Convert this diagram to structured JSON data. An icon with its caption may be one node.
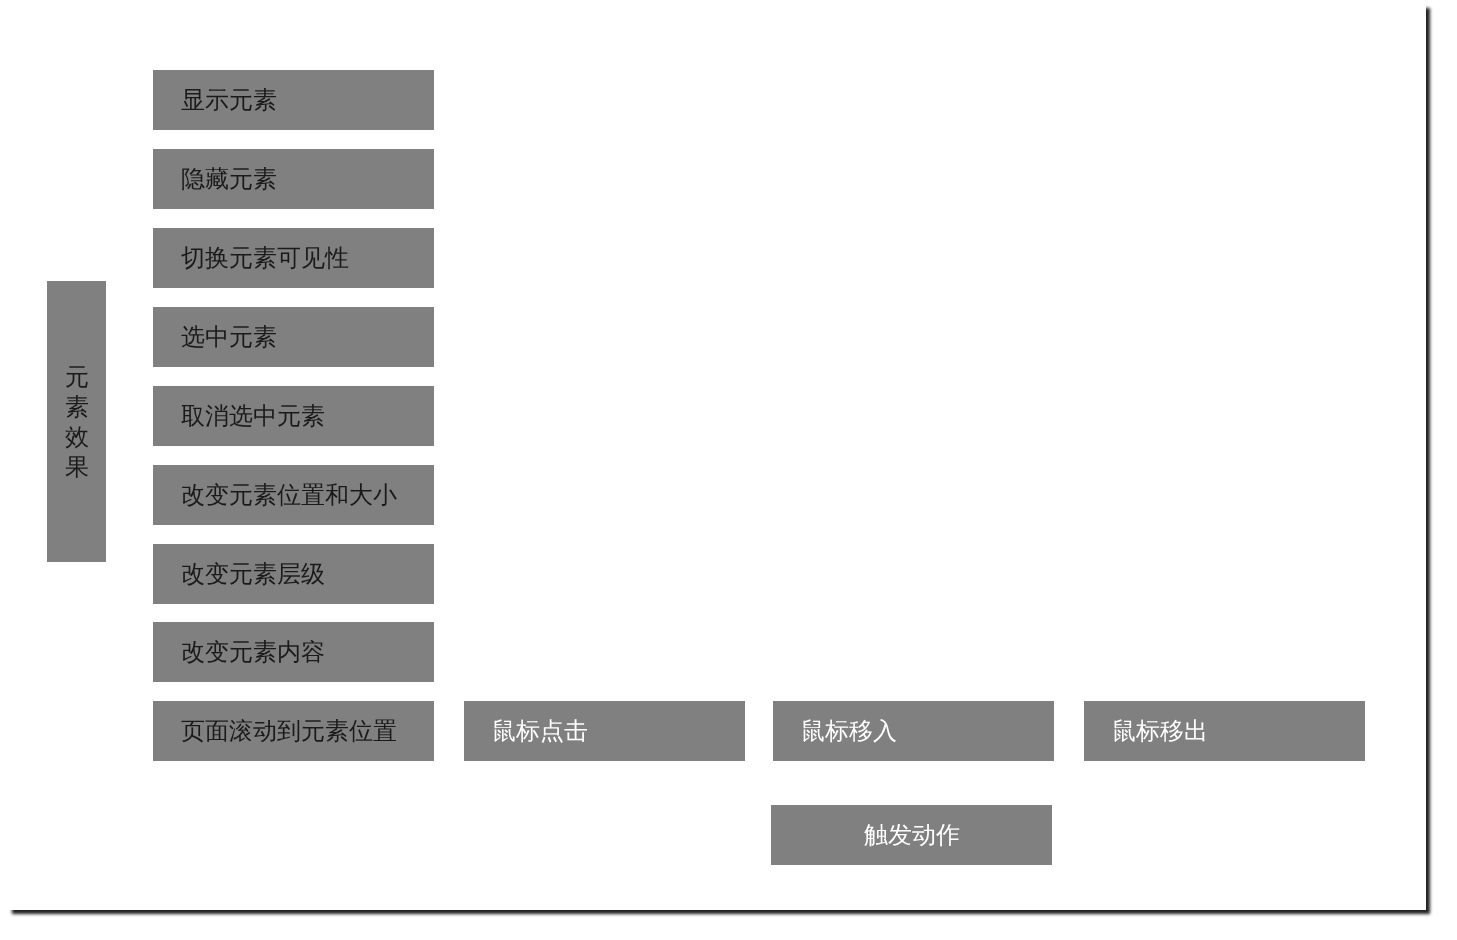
{
  "diagram": {
    "nodes": [
      {
        "text": [
          "元素效果"
        ]
      },
      {
        "text": [
          "显示元素"
        ]
      },
      {
        "text": [
          "隐藏元素"
        ]
      },
      {
        "text": [
          "切换元素可见性"
        ]
      },
      {
        "text": [
          "选中元素"
        ]
      },
      {
        "text": [
          "取消选中元素"
        ]
      },
      {
        "text": [
          "改变元素位置和大小"
        ]
      },
      {
        "text": [
          "改变元素层级"
        ]
      },
      {
        "text": [
          "改变元素内容"
        ]
      },
      {
        "text": [
          "页面滚动到元素位置"
        ]
      },
      {
        "text": [
          "鼠标点击"
        ]
      },
      {
        "text": [
          "鼠标移入"
        ]
      },
      {
        "text": [
          "鼠标移出"
        ]
      },
      {
        "text": [
          "触发动作"
        ]
      }
    ]
  }
}
